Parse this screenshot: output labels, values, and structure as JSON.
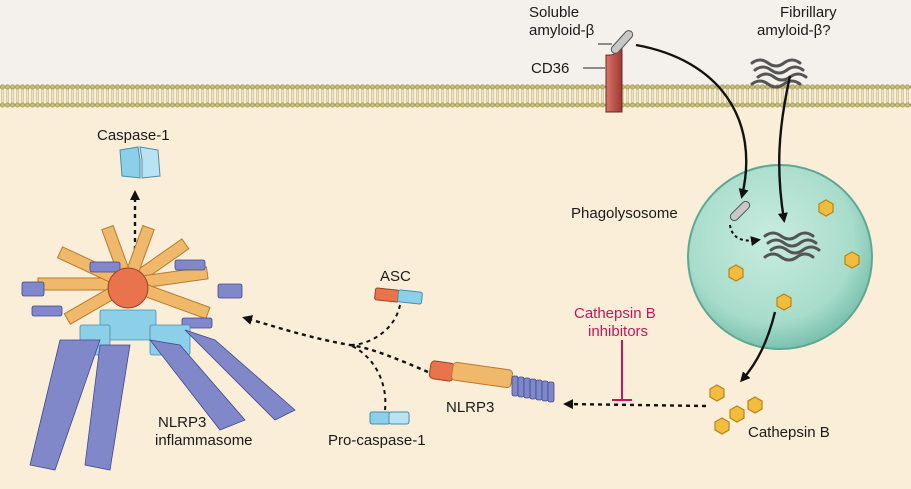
{
  "labels": {
    "soluble_line1": "Soluble",
    "soluble_line2": "amyloid-β",
    "fibrillary_line1": "Fibrillary",
    "fibrillary_line2": "amyloid-β?",
    "cd36": "CD36",
    "caspase1": "Caspase-1",
    "phagolysosome": "Phagolysosome",
    "asc": "ASC",
    "cathepsin_inhibitors_line1": "Cathepsin B",
    "cathepsin_inhibitors_line2": "inhibitors",
    "nlrp3": "NLRP3",
    "nlrp3_inflammasome_line1": "NLRP3",
    "nlrp3_inflammasome_line2": "inflammasome",
    "pro_caspase1": "Pro-caspase-1",
    "cathepsin_b": "Cathepsin B"
  },
  "colors": {
    "background_extracellular": "#f4f1ec",
    "background_cytoplasm": "#fbeed8",
    "membrane": "#c9c27a",
    "receptor": "#b7463f",
    "phagolysosome": "#a9dccc",
    "cathepsin": "#f2bd3e",
    "inhibitor_text": "#c2185b",
    "nlrp3_orange": "#e9a34a",
    "nlrp3_pyrin": "#e8734d",
    "lrr_blue": "#7f86c8",
    "asc_blue": "#8ccfe8",
    "arrow": "#111111"
  }
}
